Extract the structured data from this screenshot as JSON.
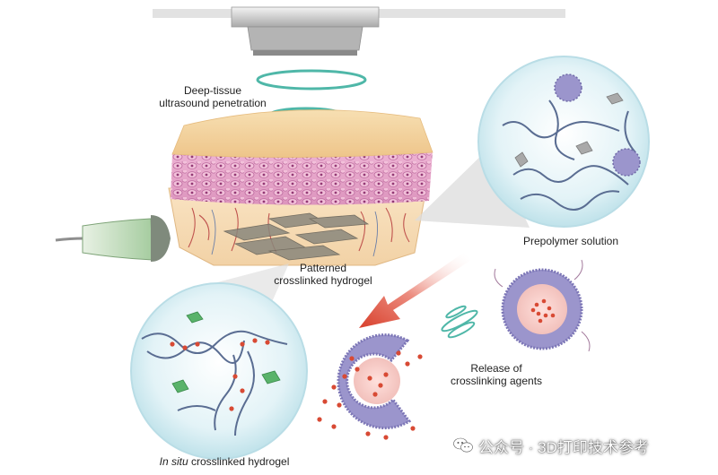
{
  "labels": {
    "ultrasound_line1": "Deep-tissue",
    "ultrasound_line2": "ultrasound penetration",
    "patterned_line1": "Patterned",
    "patterned_line2": "crosslinked hydrogel",
    "prepolymer": "Prepolymer solution",
    "release_line1": "Release of",
    "release_line2": "crosslinking agents",
    "insitu_italic": "In situ",
    "insitu_rest": " crosslinked hydrogel"
  },
  "watermark": {
    "text": "公众号 · 3D打印技术参考",
    "icon": "wechat-icon"
  },
  "colors": {
    "ring": "#4fb7a8",
    "tissue_pink": "#e7a6cc",
    "skin_tan": "#f3d19c",
    "arrow_red": "#d8402c",
    "bubble": "#d4eef4",
    "vesicle_purple": "#9b95cc",
    "probe_green": "#b7d7b2"
  }
}
